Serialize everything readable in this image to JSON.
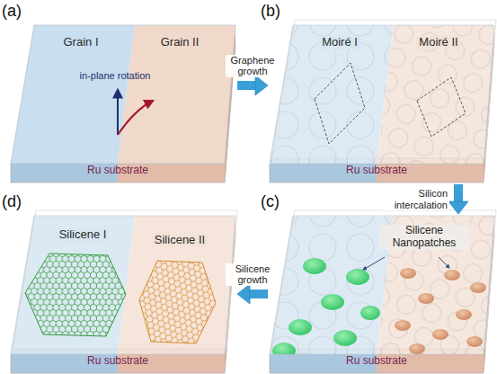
{
  "diagram": {
    "nodes": [
      {
        "text": [
          "(a)",
          "Grain I",
          "Grain II",
          "in-plane rotation",
          "Ru substrate"
        ]
      },
      {
        "text": [
          "(b)",
          "Moiré I",
          "Moiré II",
          "Ru substrate"
        ]
      },
      {
        "text": [
          "(c)",
          "Silicene Nanopatches",
          "Ru substrate"
        ]
      },
      {
        "text": [
          "(d)",
          "Silicene I",
          "Silicene II",
          "Ru substrate"
        ]
      }
    ],
    "edges": [
      {
        "from": 0,
        "to": 1,
        "label": "Graphene growth",
        "arrow": "to"
      },
      {
        "from": 1,
        "to": 2,
        "label": "Silicon intercalation",
        "arrow": "to"
      },
      {
        "from": 2,
        "to": 3,
        "label": "Silicene growth",
        "arrow": "to"
      }
    ]
  }
}
